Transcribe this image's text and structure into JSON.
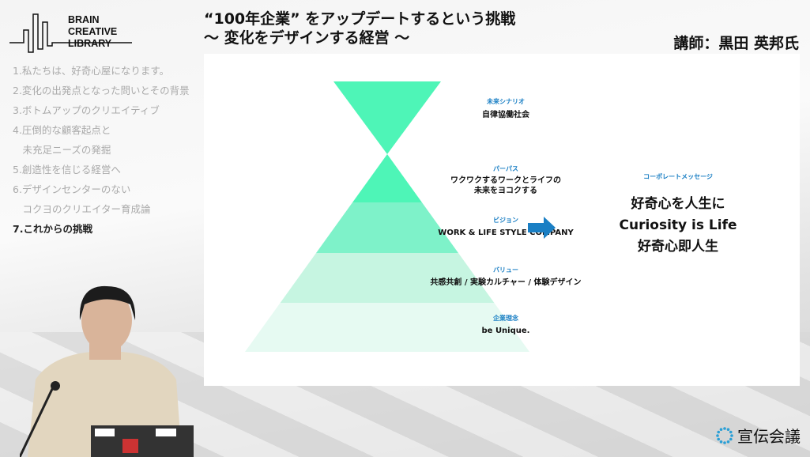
{
  "logo": {
    "text": [
      "BRAIN",
      "CREATIVE",
      "LIBRARY"
    ]
  },
  "toc": {
    "items": [
      {
        "lines": [
          "1.私たちは、好奇心屋になります。"
        ]
      },
      {
        "lines": [
          "2.変化の出発点となった問いとその背景"
        ]
      },
      {
        "lines": [
          "3.ボトムアップのクリエイティブ"
        ]
      },
      {
        "lines": [
          "4.圧倒的な顧客起点と",
          "　未充足ニーズの発掘"
        ]
      },
      {
        "lines": [
          "5.創造性を信じる経営へ"
        ]
      },
      {
        "lines": [
          "6.デザインセンターのない",
          "　コクヨのクリエイター育成論"
        ]
      },
      {
        "lines": [
          "7.これからの挑戦"
        ],
        "active": true
      }
    ]
  },
  "header": {
    "title_line1": "“100年企業” をアップデートするという挑戦",
    "title_line2": "～ 変化をデザインする経営 ～",
    "lecturer": "講師：黒田 英邦氏"
  },
  "pyramid": {
    "future": {
      "category": "未来シナリオ",
      "value": "自律協働社会"
    },
    "purpose": {
      "category": "パーパス",
      "value_line1": "ワクワクするワークとライフの",
      "value_line2": "未来をヨコクする"
    },
    "vision": {
      "category": "ビジョン",
      "value": "WORK & LIFE STYLE COMPANY"
    },
    "values": {
      "category": "バリュー",
      "value": "共感共創 / 実験カルチャー / 体験デザイン"
    },
    "philosophy": {
      "category": "企業理念",
      "value": "be Unique."
    },
    "colors": [
      "#4ef5b7",
      "#7ef2c9",
      "#c6f5e1",
      "#e6faf2"
    ]
  },
  "message": {
    "category": "コーポレートメッセージ",
    "lines": [
      "好奇心を人生に",
      "Curiosity is Life",
      "好奇心即人生"
    ]
  },
  "arrow_color": "#1a7fc4",
  "brand": {
    "name": "宣伝会議"
  }
}
